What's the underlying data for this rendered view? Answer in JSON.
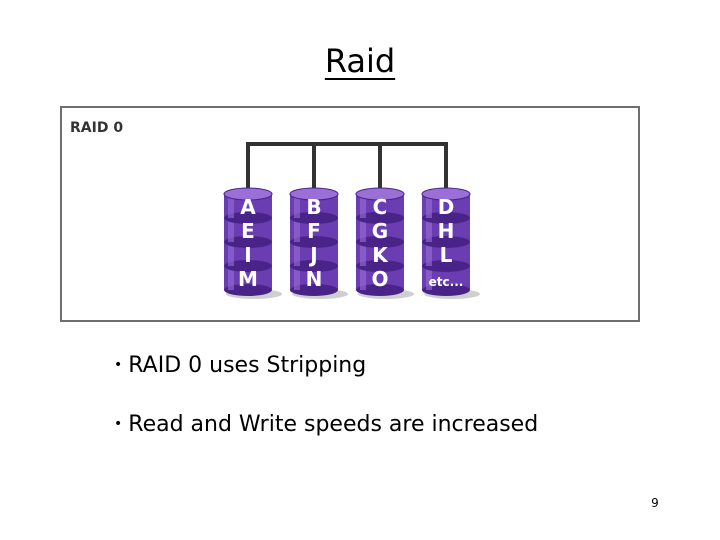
{
  "slide": {
    "title": "Raid",
    "page_number": "9"
  },
  "diagram": {
    "label": "RAID 0",
    "disks": [
      {
        "letters": [
          "A",
          "E",
          "I",
          "M"
        ]
      },
      {
        "letters": [
          "B",
          "F",
          "J",
          "N"
        ]
      },
      {
        "letters": [
          "C",
          "G",
          "K",
          "O"
        ]
      },
      {
        "letters": [
          "D",
          "H",
          "L",
          "etc..."
        ]
      }
    ],
    "colors": {
      "disk": "#6a3db3",
      "disk_dark": "#4a2389",
      "disk_light": "#9a6fd6",
      "wire": "#333333"
    }
  },
  "bullets": [
    "RAID 0 uses Stripping",
    "Read and Write speeds are increased"
  ]
}
